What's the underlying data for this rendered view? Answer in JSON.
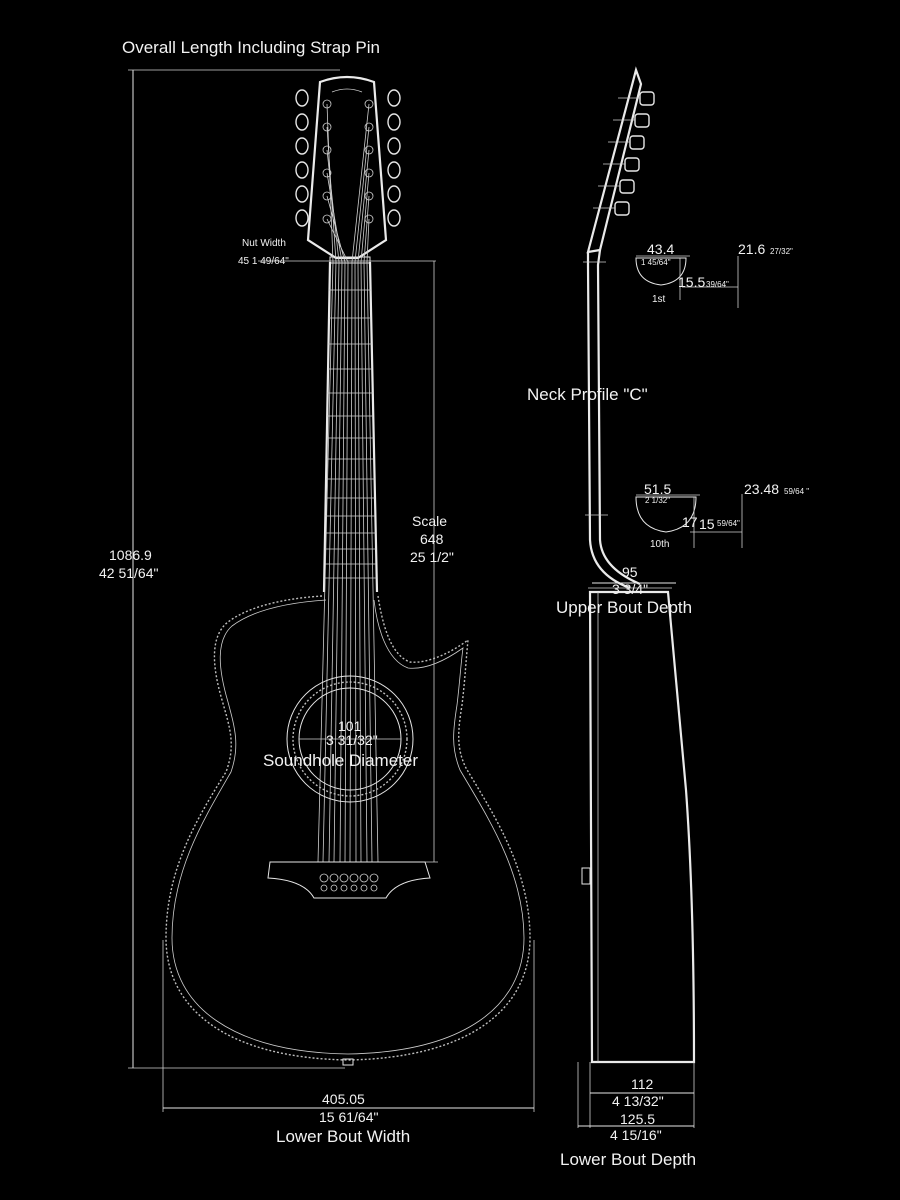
{
  "labels": {
    "overall_length": "Overall Length Including Strap Pin",
    "total_mm": "1086.9",
    "total_in": "42 51/64\"",
    "nut_width_title": "Nut Width",
    "nut_width_value": "45 1 49/64\"",
    "scale_title": "Scale",
    "scale_mm": "648",
    "scale_in": "25 1/2\"",
    "soundhole_mm": "101",
    "soundhole_in": "3 31/32\"",
    "soundhole_title": "Soundhole Diameter",
    "lower_bout_width_mm": "405.05",
    "lower_bout_width_in": "15 61/64\"",
    "lower_bout_width_title": "Lower Bout Width",
    "neck_profile": "Neck Profile \"C\"",
    "first_fret_width": "43.4",
    "first_fret_width_in": "1 45/64\"",
    "first_fret_depth": "15.5",
    "first_fret_depth_in": "39/64\"",
    "first_fret_thick": "21.6",
    "first_fret_thick_in": "27/32\"",
    "first_fret_label": "1st",
    "tenth_fret_width": "51.5",
    "tenth_fret_width_in": "2 1/32\"",
    "tenth_fret_depth": "17",
    "tenth_fret_depth2": "15",
    "tenth_fret_depth_in": "59/64\"",
    "tenth_fret_thick": "23.48",
    "tenth_fret_thick_in": "59/64 \"",
    "tenth_fret_label": "10th",
    "upper_bout_mm": "95",
    "upper_bout_in": "3 3/4\"",
    "upper_bout_title": "Upper Bout Depth",
    "lower_depth_inner_mm": "112",
    "lower_depth_inner_in": "4 13/32\"",
    "lower_depth_outer_mm": "125.5",
    "lower_depth_outer_in": "4 15/16\"",
    "lower_depth_title": "Lower Bout Depth"
  },
  "colors": {
    "background": "#000000",
    "line": "#e6e6e6"
  }
}
